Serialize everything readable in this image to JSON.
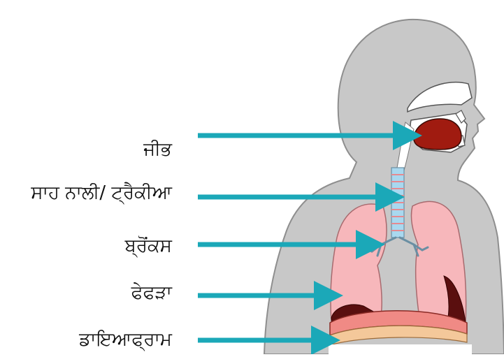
{
  "labels": {
    "tongue": "ਜੀਭ",
    "trachea": "ਸਾਹ ਨਾਲੀ/ ਟ੍ਰੈਕੀਆ",
    "bronchus": "ਬ੍ਰੋਂਕਸ",
    "lung": "ਫੇਫੜਾ",
    "diaphragm": "ਡਾਇਆਫ੍ਰਾਮ"
  },
  "colors": {
    "arrow": "#1ba8b8",
    "body": "#c8c8c8",
    "lung": "#f7b7bb",
    "tongue": "#a01b10",
    "trachea": "#a9d8ef",
    "diaphragm_muscle": "#f08a85",
    "diaphragm_band": "#f4c89a"
  }
}
